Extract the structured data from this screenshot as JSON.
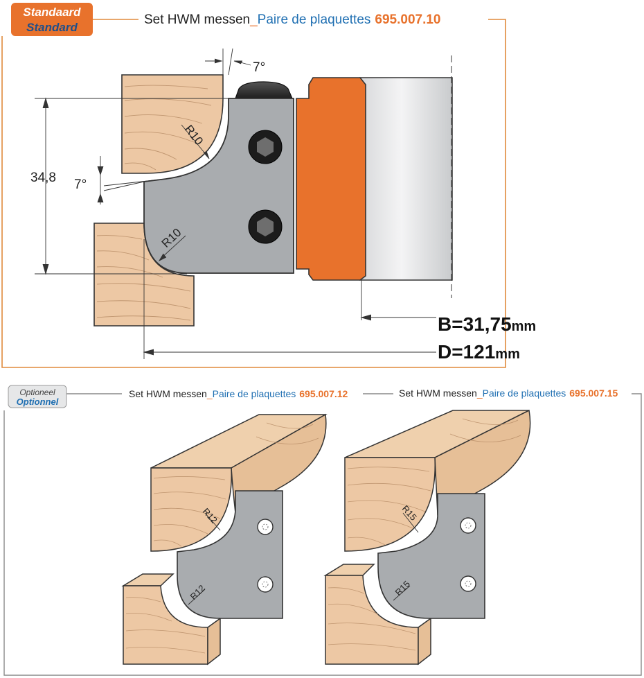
{
  "standard": {
    "badge_nl": "Standaard",
    "badge_fr": "Standard",
    "title_nl": "Set HWM messen",
    "title_sep": "_",
    "title_fr": "Paire de plaquettes",
    "code": "695.007.10",
    "angle_top": "7°",
    "angle_left": "7°",
    "radius_top": "R10",
    "radius_bottom": "R10",
    "height_dim": "34,8",
    "b_label": "B=31,75",
    "b_unit": "mm",
    "d_label": "D=121",
    "d_unit": "mm"
  },
  "optional": {
    "badge_nl": "Optioneel",
    "badge_fr": "Optionnel",
    "left": {
      "title_nl": "Set HWM messen",
      "title_sep": "_",
      "title_fr": "Paire de plaquettes",
      "code": "695.007.12",
      "radius_top": "R12",
      "radius_bottom": "R12"
    },
    "right": {
      "title_nl": "Set HWM messen",
      "title_sep": "_",
      "title_fr": "Paire de plaquettes",
      "code": "695.007.15",
      "radius_top": "R15",
      "radius_bottom": "R15"
    }
  },
  "colors": {
    "orange": "#e8722c",
    "blue": "#1f6fb2",
    "steel": "#a9acaf",
    "wood": "#edc8a4",
    "frame_orange": "#e08a3c",
    "frame_gray": "#8a8a8a"
  }
}
